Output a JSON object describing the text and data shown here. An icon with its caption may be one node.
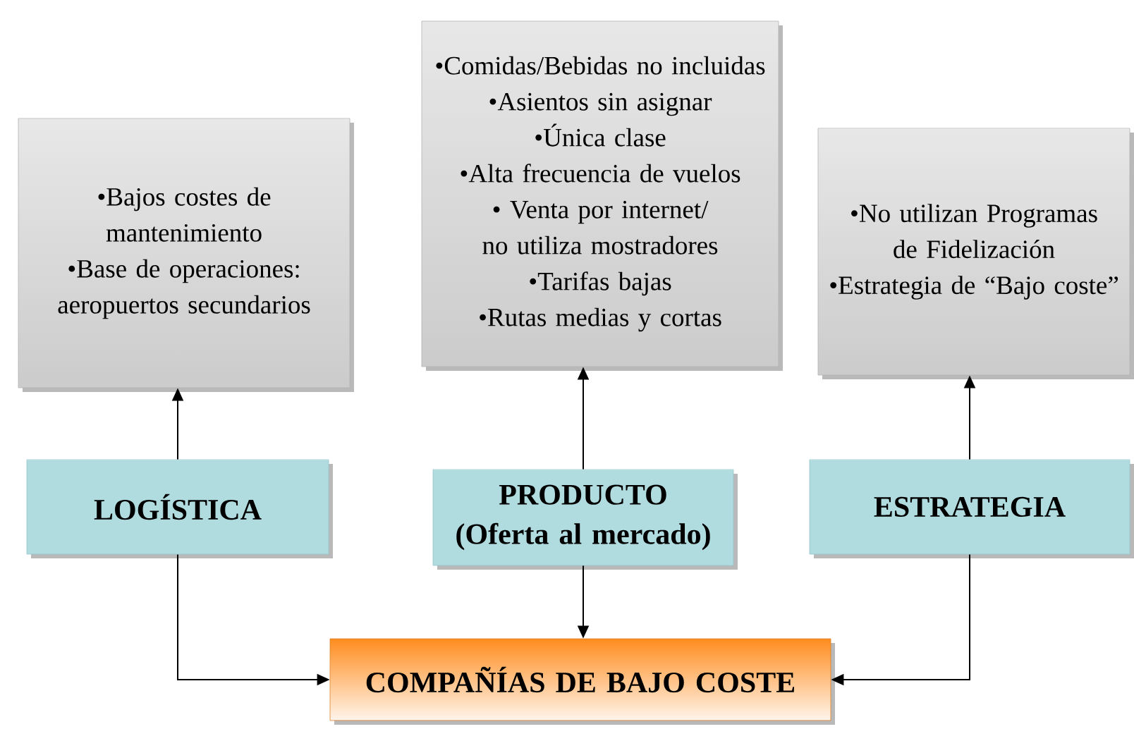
{
  "diagram": {
    "nodes": [
      {
        "text": [
          "•Bajos costes de mantenimiento",
          "•Base de operaciones: aeropuertos secundarios"
        ]
      },
      {
        "text": [
          "•Comidas/Bebidas no incluidas",
          "•Asientos sin asignar",
          "•Única clase",
          "•Alta frecuencia de vuelos",
          "• Venta por internet/ no utiliza mostradores",
          "•Tarifas bajas",
          "•Rutas medias y cortas"
        ]
      },
      {
        "text": [
          "•No utilizan Programas de Fidelización",
          "•Estrategia de “Bajo coste”"
        ]
      },
      {
        "text": [
          "LOGÍSTICA"
        ]
      },
      {
        "text": [
          "PRODUCTO",
          "(Oferta al mercado)"
        ]
      },
      {
        "text": [
          "ESTRATEGIA"
        ]
      },
      {
        "text": [
          "COMPAÑÍAS DE BAJO COSTE"
        ]
      }
    ],
    "edges": [
      {
        "from": 3,
        "to": 0,
        "arrow": "to"
      },
      {
        "from": 4,
        "to": 1,
        "arrow": "to"
      },
      {
        "from": 5,
        "to": 2,
        "arrow": "to"
      },
      {
        "from": 3,
        "to": 6,
        "arrow": "to"
      },
      {
        "from": 4,
        "to": 6,
        "arrow": "to"
      },
      {
        "from": 5,
        "to": 6,
        "arrow": "to"
      }
    ]
  }
}
